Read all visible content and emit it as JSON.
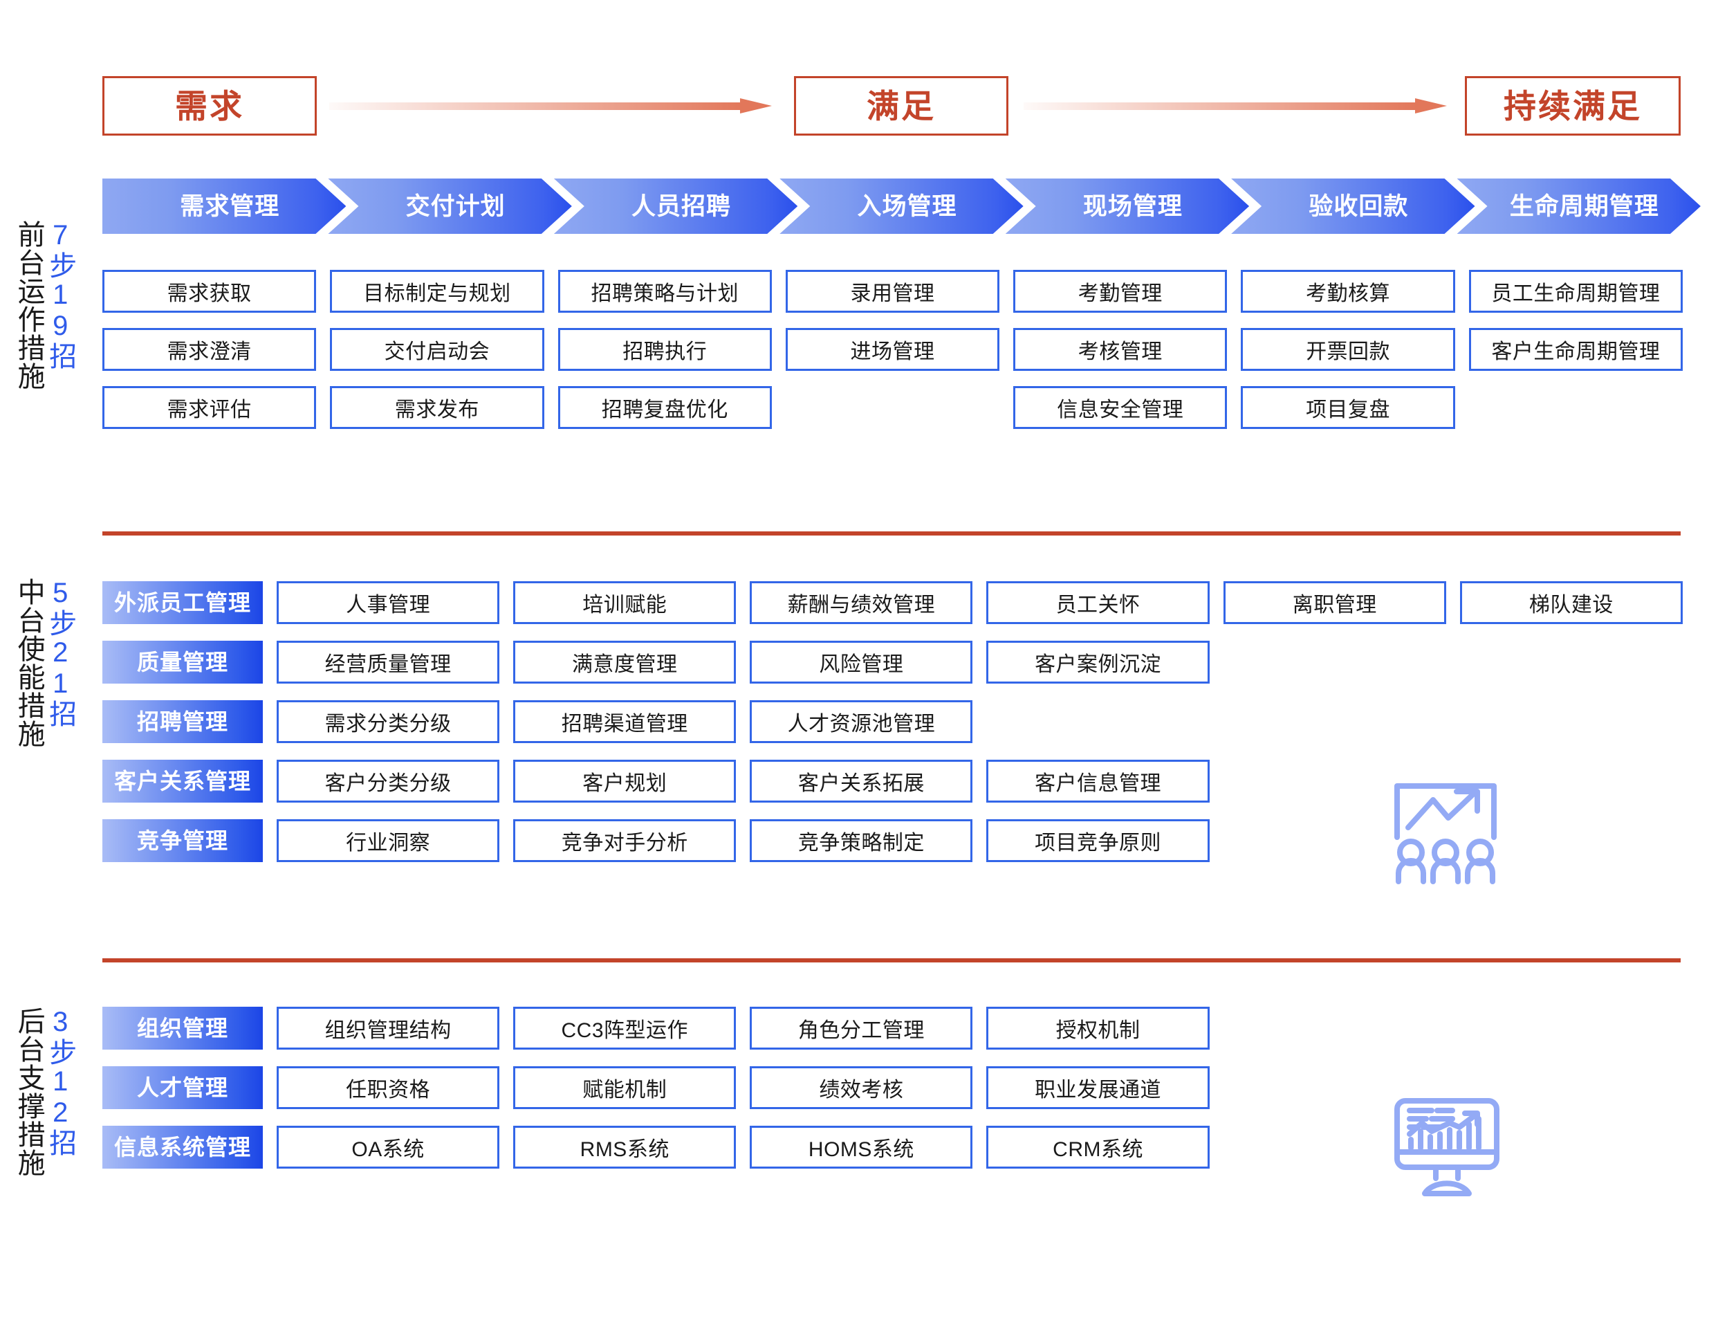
{
  "stages": {
    "chips": [
      {
        "key": "demand",
        "label": "需求"
      },
      {
        "key": "satisfy",
        "label": "满足"
      },
      {
        "key": "continuous",
        "label": "持续满足"
      }
    ]
  },
  "phases": [
    {
      "label": "需求管理"
    },
    {
      "label": "交付计划"
    },
    {
      "label": "人员招聘"
    },
    {
      "label": "入场管理"
    },
    {
      "label": "现场管理"
    },
    {
      "label": "验收回款"
    },
    {
      "label": "生命周期管理"
    }
  ],
  "sections": {
    "front": {
      "title": "前台运作措施",
      "count": "7步19招",
      "columns": [
        [
          "需求获取",
          "需求澄清",
          "需求评估"
        ],
        [
          "目标制定与规划",
          "交付启动会",
          "需求发布"
        ],
        [
          "招聘策略与计划",
          "招聘执行",
          "招聘复盘优化"
        ],
        [
          "录用管理",
          "进场管理",
          ""
        ],
        [
          "考勤管理",
          "考核管理",
          "信息安全管理"
        ],
        [
          "考勤核算",
          "开票回款",
          "项目复盘"
        ],
        [
          "员工生命周期管理",
          "客户生命周期管理",
          ""
        ]
      ]
    },
    "middle": {
      "title": "中台使能措施",
      "count": "5步21招",
      "rows": [
        {
          "category": "外派员工管理",
          "items": [
            "人事管理",
            "培训赋能",
            "薪酬与绩效管理",
            "员工关怀",
            "离职管理",
            "梯队建设"
          ]
        },
        {
          "category": "质量管理",
          "items": [
            "经营质量管理",
            "满意度管理",
            "风险管理",
            "客户案例沉淀"
          ]
        },
        {
          "category": "招聘管理",
          "items": [
            "需求分类分级",
            "招聘渠道管理",
            "人才资源池管理"
          ]
        },
        {
          "category": "客户关系管理",
          "items": [
            "客户分类分级",
            "客户规划",
            "客户关系拓展",
            "客户信息管理"
          ]
        },
        {
          "category": "竞争管理",
          "items": [
            "行业洞察",
            "竞争对手分析",
            "竞争策略制定",
            "项目竞争原则"
          ]
        }
      ]
    },
    "back": {
      "title": "后台支撑措施",
      "count": "3步12招",
      "rows": [
        {
          "category": "组织管理",
          "items": [
            "组织管理结构",
            "CC3阵型运作",
            "角色分工管理",
            "授权机制"
          ]
        },
        {
          "category": "人才管理",
          "items": [
            "任职资格",
            "赋能机制",
            "绩效考核",
            "职业发展通道"
          ]
        },
        {
          "category": "信息系统管理",
          "items": [
            "OA系统",
            "RMS系统",
            "HOMS系统",
            "CRM系统"
          ]
        }
      ]
    }
  },
  "decor": {
    "presentation_icon": "presentation-growth-audience-icon",
    "monitor_icon": "monitor-bar-chart-icon"
  },
  "colors": {
    "accent_red": "#C3442A",
    "arrow_orange": "#E2775A",
    "blue_border": "#3366E8",
    "blue_dark": "#1C45E6",
    "blue_light": "#A9BCF6",
    "icon_blue": "#93AAF5",
    "count_text": "#2F5BEA"
  }
}
